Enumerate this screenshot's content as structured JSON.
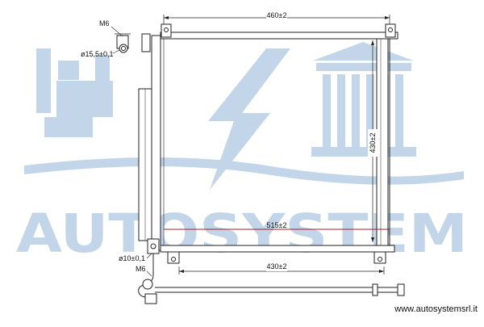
{
  "watermark": {
    "text": "AUTOSYSTEM",
    "color": "#b9cde3"
  },
  "dimensions": {
    "top_width": "460±2",
    "right_height": "430±2",
    "overall_width": "515±2",
    "bottom_width": "430±2",
    "upper_thread": "M6",
    "upper_diameter": "ø15,5±0,1",
    "lower_diameter": "ø10±0,1",
    "lower_thread": "M6"
  },
  "website": "www.autosystemsrl.it",
  "colors": {
    "line": "#222222",
    "dimension_highlight": "#a3202a",
    "watermark": "#b9cde3"
  }
}
